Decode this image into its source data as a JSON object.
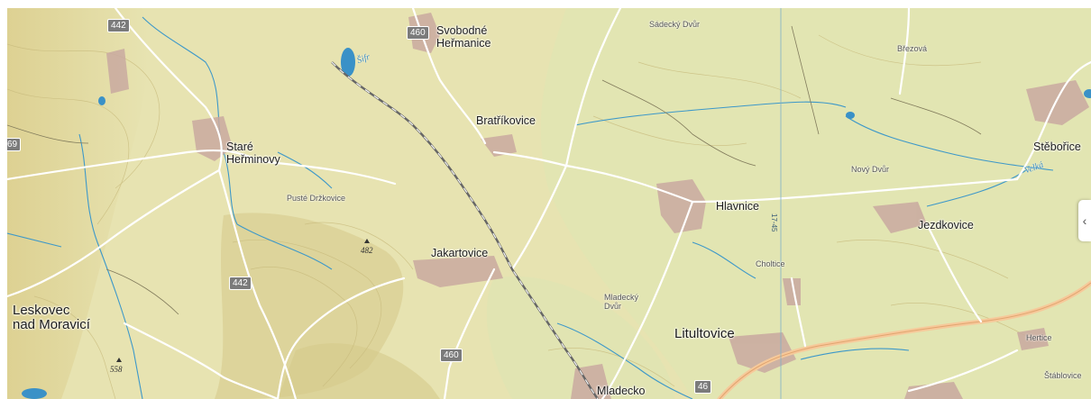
{
  "map": {
    "colors": {
      "land": "#e7e3b1",
      "hillshade": "#d9cd91",
      "valley": "#dfe6b3",
      "settlement": "#c9a9a0",
      "road": "#ffffff",
      "main_road": "#f6c99a",
      "railway": "#666666",
      "stream": "#3d98c9",
      "water": "#3a91c7"
    },
    "towns": [
      {
        "name": "Svobodné\nHeřmanice",
        "size": "normal"
      },
      {
        "name": "Bratříkovice",
        "size": "normal"
      },
      {
        "name": "Staré\nHeřminovy",
        "size": "normal"
      },
      {
        "name": "Hlavnice",
        "size": "normal"
      },
      {
        "name": "Jakartovice",
        "size": "normal"
      },
      {
        "name": "Jezdkovice",
        "size": "normal"
      },
      {
        "name": "Stěbořice",
        "size": "normal"
      },
      {
        "name": "Leskovec\nnad Moravicí",
        "size": "big"
      },
      {
        "name": "Litultovice",
        "size": "big"
      },
      {
        "name": "Mladecko",
        "size": "normal"
      }
    ],
    "hamlets": [
      "Sádecký Dvůr",
      "Březová",
      "Nový Dvůr",
      "Pusté Držkovice",
      "Choltice",
      "Mladecký\nDvůr",
      "Hertice",
      "Štáblovice"
    ],
    "water_labels": [
      "Šifr",
      "Velká"
    ],
    "peaks": [
      "482",
      "558"
    ],
    "road_shields": [
      "442",
      "460",
      "442",
      "460",
      "46",
      "69"
    ],
    "rail_line_label": "17-45",
    "controls": {
      "collapse_icon": "chevron-left-icon",
      "collapse_glyph": "‹"
    }
  }
}
